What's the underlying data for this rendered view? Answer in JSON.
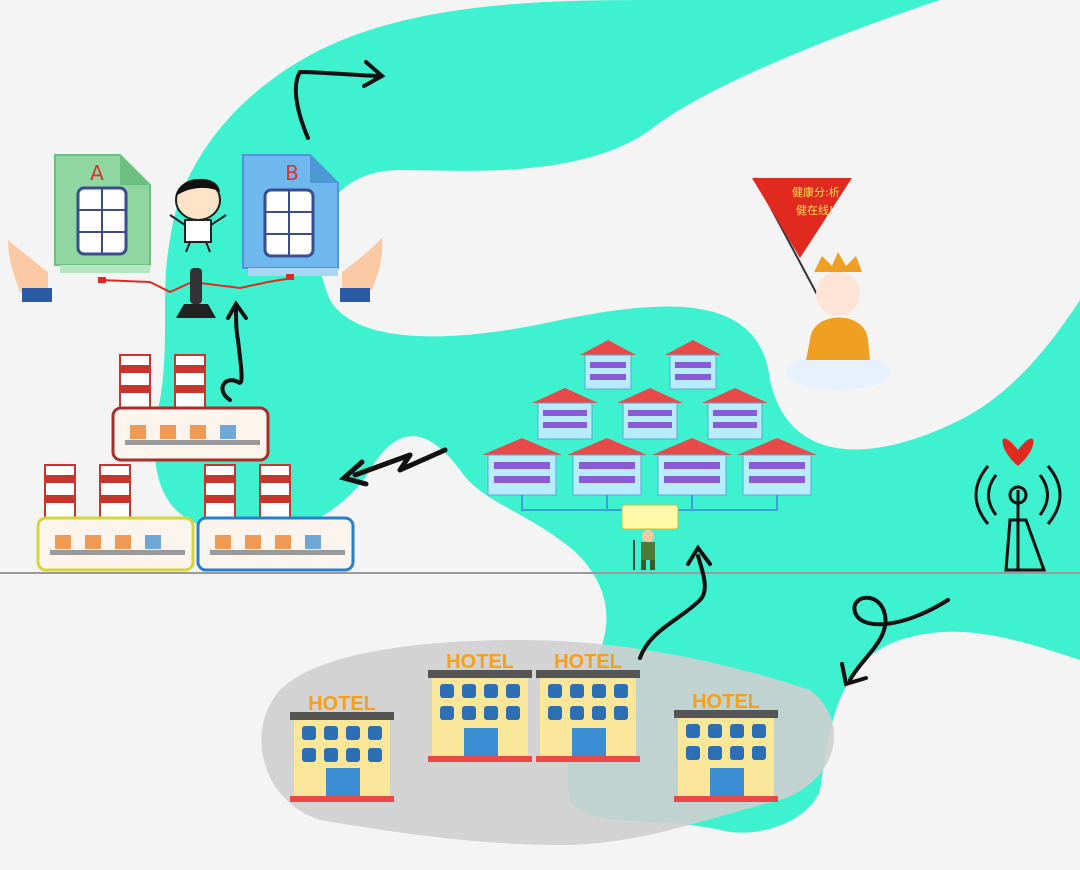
{
  "colors": {
    "background": "#f4f4f4",
    "river": "#3ef2d0",
    "river_dark": "#2fd9b8",
    "hotel_label": "#f5a01a",
    "factory_red": "#c9342d",
    "flag_red": "#e02a1f",
    "baseline": "#9a9a9a"
  },
  "documents": {
    "a_label": "A",
    "b_label": "B"
  },
  "flag": {
    "text_line1": "健康分:析",
    "text_line2": "健在线!"
  },
  "hotels": [
    {
      "label": "HOTEL"
    },
    {
      "label": "HOTEL"
    },
    {
      "label": "HOTEL"
    },
    {
      "label": "HOTEL"
    }
  ],
  "icons": [
    "document-a-icon",
    "document-b-icon",
    "cartoon-boy-icon",
    "balance-scale-icon",
    "left-hand-icon",
    "right-hand-icon",
    "factory-icon",
    "housing-complex-icon",
    "worker-icon",
    "monk-with-flag-icon",
    "heart-tower-icon",
    "hotel-icon",
    "arrow-icon"
  ]
}
